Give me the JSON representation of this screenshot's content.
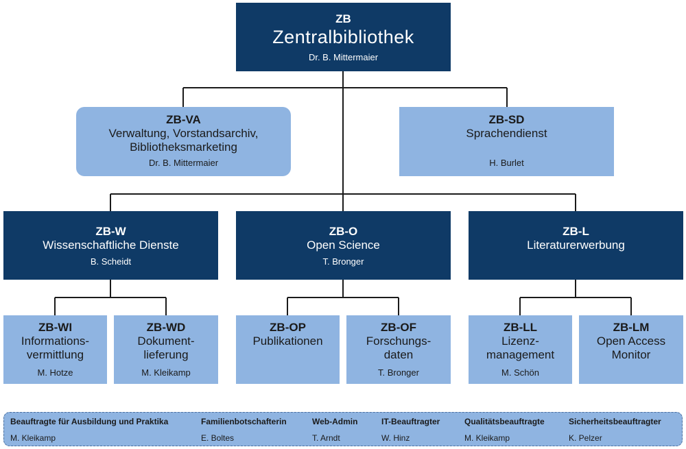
{
  "top": {
    "code": "ZB",
    "name": "Zentralbibliothek",
    "person": "Dr. B. Mittermaier"
  },
  "level1": [
    {
      "code": "ZB-VA",
      "name": "Verwaltung, Vorstandsarchiv,\nBibliotheksmarketing",
      "person": "Dr. B. Mittermaier"
    },
    {
      "code": "ZB-SD",
      "name": "Sprachendienst",
      "person": "H. Burlet"
    }
  ],
  "level2": [
    {
      "code": "ZB-W",
      "name": "Wissenschaftliche Dienste",
      "person": "B. Scheidt"
    },
    {
      "code": "ZB-O",
      "name": "Open Science",
      "person": "T. Bronger"
    },
    {
      "code": "ZB-L",
      "name": "Literaturerwerbung",
      "person": ""
    }
  ],
  "level3": [
    {
      "code": "ZB-WI",
      "name": "Informations-\nvermittlung",
      "person": "M. Hotze"
    },
    {
      "code": "ZB-WD",
      "name": "Dokument-\nlieferung",
      "person": "M. Kleikamp"
    },
    {
      "code": "ZB-OP",
      "name": "Publikationen",
      "person": ""
    },
    {
      "code": "ZB-OF",
      "name": "Forschungs-\ndaten",
      "person": "T. Bronger"
    },
    {
      "code": "ZB-LL",
      "name": "Lizenz-\nmanagement",
      "person": "M. Schön"
    },
    {
      "code": "ZB-LM",
      "name": "Open Access\nMonitor",
      "person": ""
    }
  ],
  "footer": [
    {
      "role": "Beauftragte für Ausbildung und Praktika",
      "person": "M. Kleikamp"
    },
    {
      "role": "Familienbotschafterin",
      "person": "E. Boltes"
    },
    {
      "role": "Web-Admin",
      "person": "T. Arndt"
    },
    {
      "role": "IT-Beauftragter",
      "person": "W. Hinz"
    },
    {
      "role": "Qualitätsbeauftragte",
      "person": "M. Kleikamp"
    },
    {
      "role": "Sicherheitsbeauftragter",
      "person": "K. Pelzer"
    }
  ],
  "colors": {
    "dark_box": "#0f3a66",
    "light_box": "#8fb4e1",
    "connector": "#1a1a1a"
  }
}
